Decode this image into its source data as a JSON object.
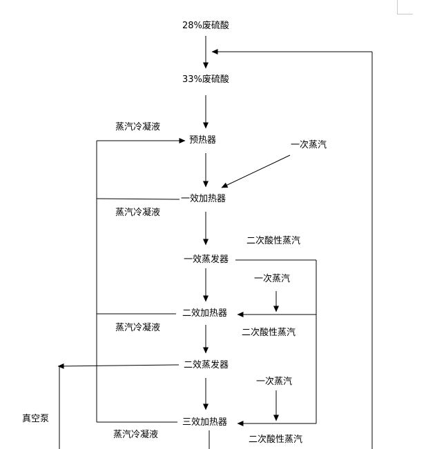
{
  "nodes": {
    "acid28": "28%废硫酸",
    "acid33": "33%废硫酸",
    "preheater": "预热器",
    "heater1": "一效加热器",
    "evap1": "一效蒸发器",
    "heater2": "二效加热器",
    "evap2": "二效蒸发器",
    "heater3": "三效加热器"
  },
  "labels": {
    "condensate1": "蒸汽冷凝液",
    "condensate2": "蒸汽冷凝液",
    "condensate3": "蒸汽冷凝液",
    "condensate4": "蒸汽冷凝液",
    "primary_steam1": "一次蒸汽",
    "primary_steam2": "一次蒸汽",
    "primary_steam3": "一次蒸汽",
    "secondary_steam1": "二次酸性蒸汽",
    "secondary_steam2": "二次酸性蒸汽",
    "secondary_steam3": "二次酸性蒸汽",
    "vacuum_pump": "真空泵"
  }
}
